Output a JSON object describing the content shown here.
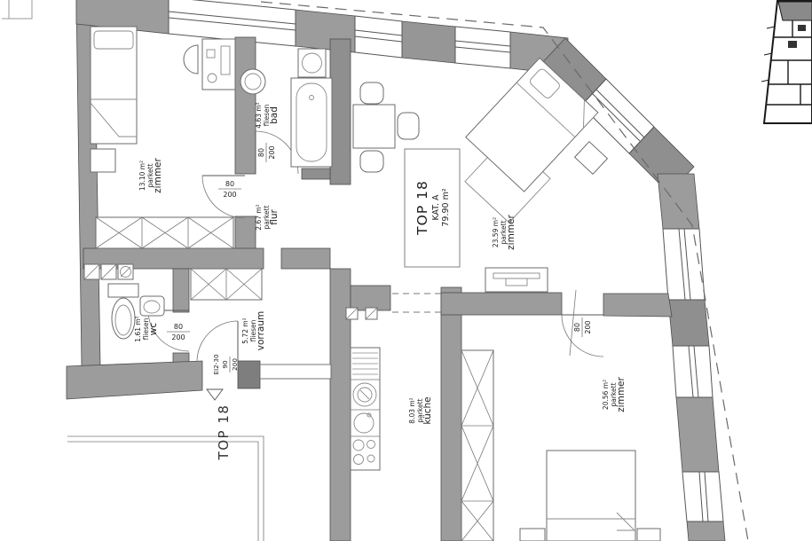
{
  "colors": {
    "background": "#ffffff",
    "wall": "#9c9c9c",
    "wall_dark": "#868686",
    "line": "#4a4a4a",
    "text": "#1f1f1f"
  },
  "unit": {
    "name": "TOP 18",
    "category": "KAT. A",
    "area": "79.90 m²"
  },
  "entrance_label": "TOP 18",
  "rooms": {
    "zimmer_left": {
      "name": "zimmer",
      "floor": "parkett",
      "area": "13.10 m²"
    },
    "bad": {
      "name": "bad",
      "floor": "fliesen",
      "area": "4.63 m²"
    },
    "flur": {
      "name": "flur",
      "floor": "parkett",
      "area": "2.67 m²"
    },
    "zimmer_main": {
      "name": "zimmer",
      "floor": "parkett",
      "area": "23.59 m²"
    },
    "wc": {
      "name": "wc",
      "floor": "fliesen",
      "area": "1.61 m²"
    },
    "vorraum": {
      "name": "vorraum",
      "floor": "fliesen",
      "area": "5.72 m²"
    },
    "kueche": {
      "name": "küche",
      "floor": "parkett",
      "area": "8.03 m²"
    },
    "zimmer_bottom": {
      "name": "zimmer",
      "floor": "parkett",
      "area": "20.56 m²"
    }
  },
  "doors": {
    "zimmer_left": {
      "w": "80",
      "h": "200"
    },
    "bad": {
      "w": "80",
      "h": "200"
    },
    "wc": {
      "w": "80",
      "h": "200"
    },
    "zimmer_bottom": {
      "w": "80",
      "h": "200"
    },
    "entrance": {
      "rating": "EI2-30",
      "w": "90",
      "h": "200"
    }
  }
}
